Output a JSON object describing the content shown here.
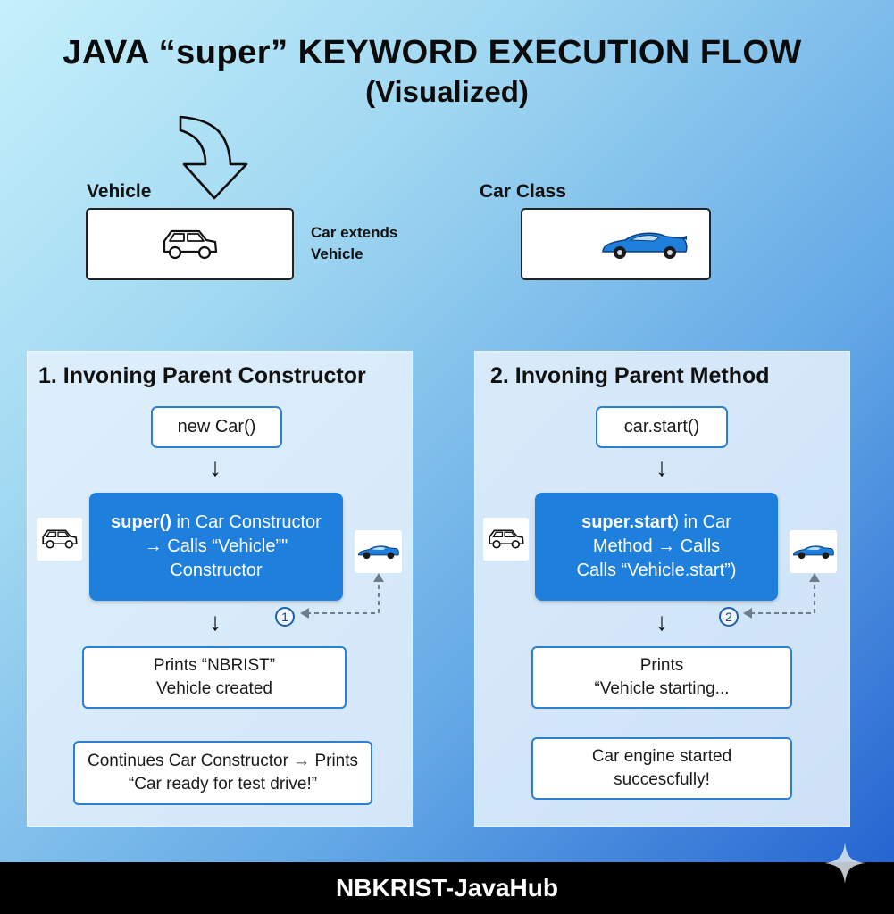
{
  "header": {
    "title_line1": "JAVA “super” KEYWORD EXECUTION FLOW",
    "title_line2": "(Visualized)"
  },
  "classes": {
    "vehicle_label": "Vehicle",
    "car_label": "Car Class",
    "extends_line1": "Car extends",
    "extends_line2": "Vehicle"
  },
  "panel1": {
    "title": "1. Invoning Parent Constructor",
    "call": "new Car()",
    "card_bold": "super()",
    "card_line1_rest": " in Car Constructor",
    "card_line2": "→ Calls “Vehicle”\"",
    "card_line3": "Constructor",
    "step": "1",
    "output_line1": "Prints “NBRIST”",
    "output_line2": "Vehicle created",
    "continue_line1": "Continues Car Constructor → Prints",
    "continue_line2": "“Car ready for test drive!”"
  },
  "panel2": {
    "title": "2. Invoning Parent Method",
    "call": "car.start()",
    "card_bold": "super.start",
    "card_line1_rest": ") in Car",
    "card_line2": "Method → Calls",
    "card_line3": "Calls “Vehicle.start”)",
    "step": "2",
    "output_line1": "Prints",
    "output_line2": "“Vehicle starting...",
    "result_line1": "Car engine started",
    "result_line2": "succescfully!"
  },
  "footer": {
    "brand": "NBKRIST-JavaHub"
  },
  "icons": {
    "vehicle": "suv-outline-icon",
    "car": "sports-car-icon",
    "sparkle": "sparkle-icon"
  },
  "colors": {
    "accent_blue": "#1f7fdc",
    "outline_blue": "#2d7fd3",
    "footer_bg": "#000000"
  }
}
